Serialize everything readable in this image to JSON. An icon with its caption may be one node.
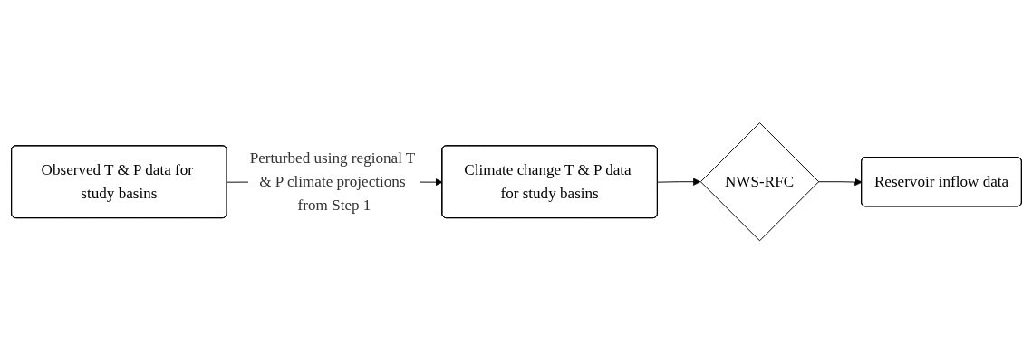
{
  "diagram": {
    "nodes": [
      {
        "text": [
          "Observed T & P data for study basins"
        ]
      },
      {
        "text": [
          "Climate change T & P data for study basins"
        ]
      },
      {
        "text": [
          "NWS-RFC"
        ]
      },
      {
        "text": [
          "Reservoir inflow data"
        ]
      }
    ],
    "edges": [
      {
        "from": 0,
        "to": 1,
        "arrow": "to",
        "label": "Perturbed using regional T & P climate projections from Step 1"
      },
      {
        "from": 1,
        "to": 2,
        "arrow": "to"
      },
      {
        "from": 2,
        "to": 3,
        "arrow": "to"
      }
    ]
  }
}
